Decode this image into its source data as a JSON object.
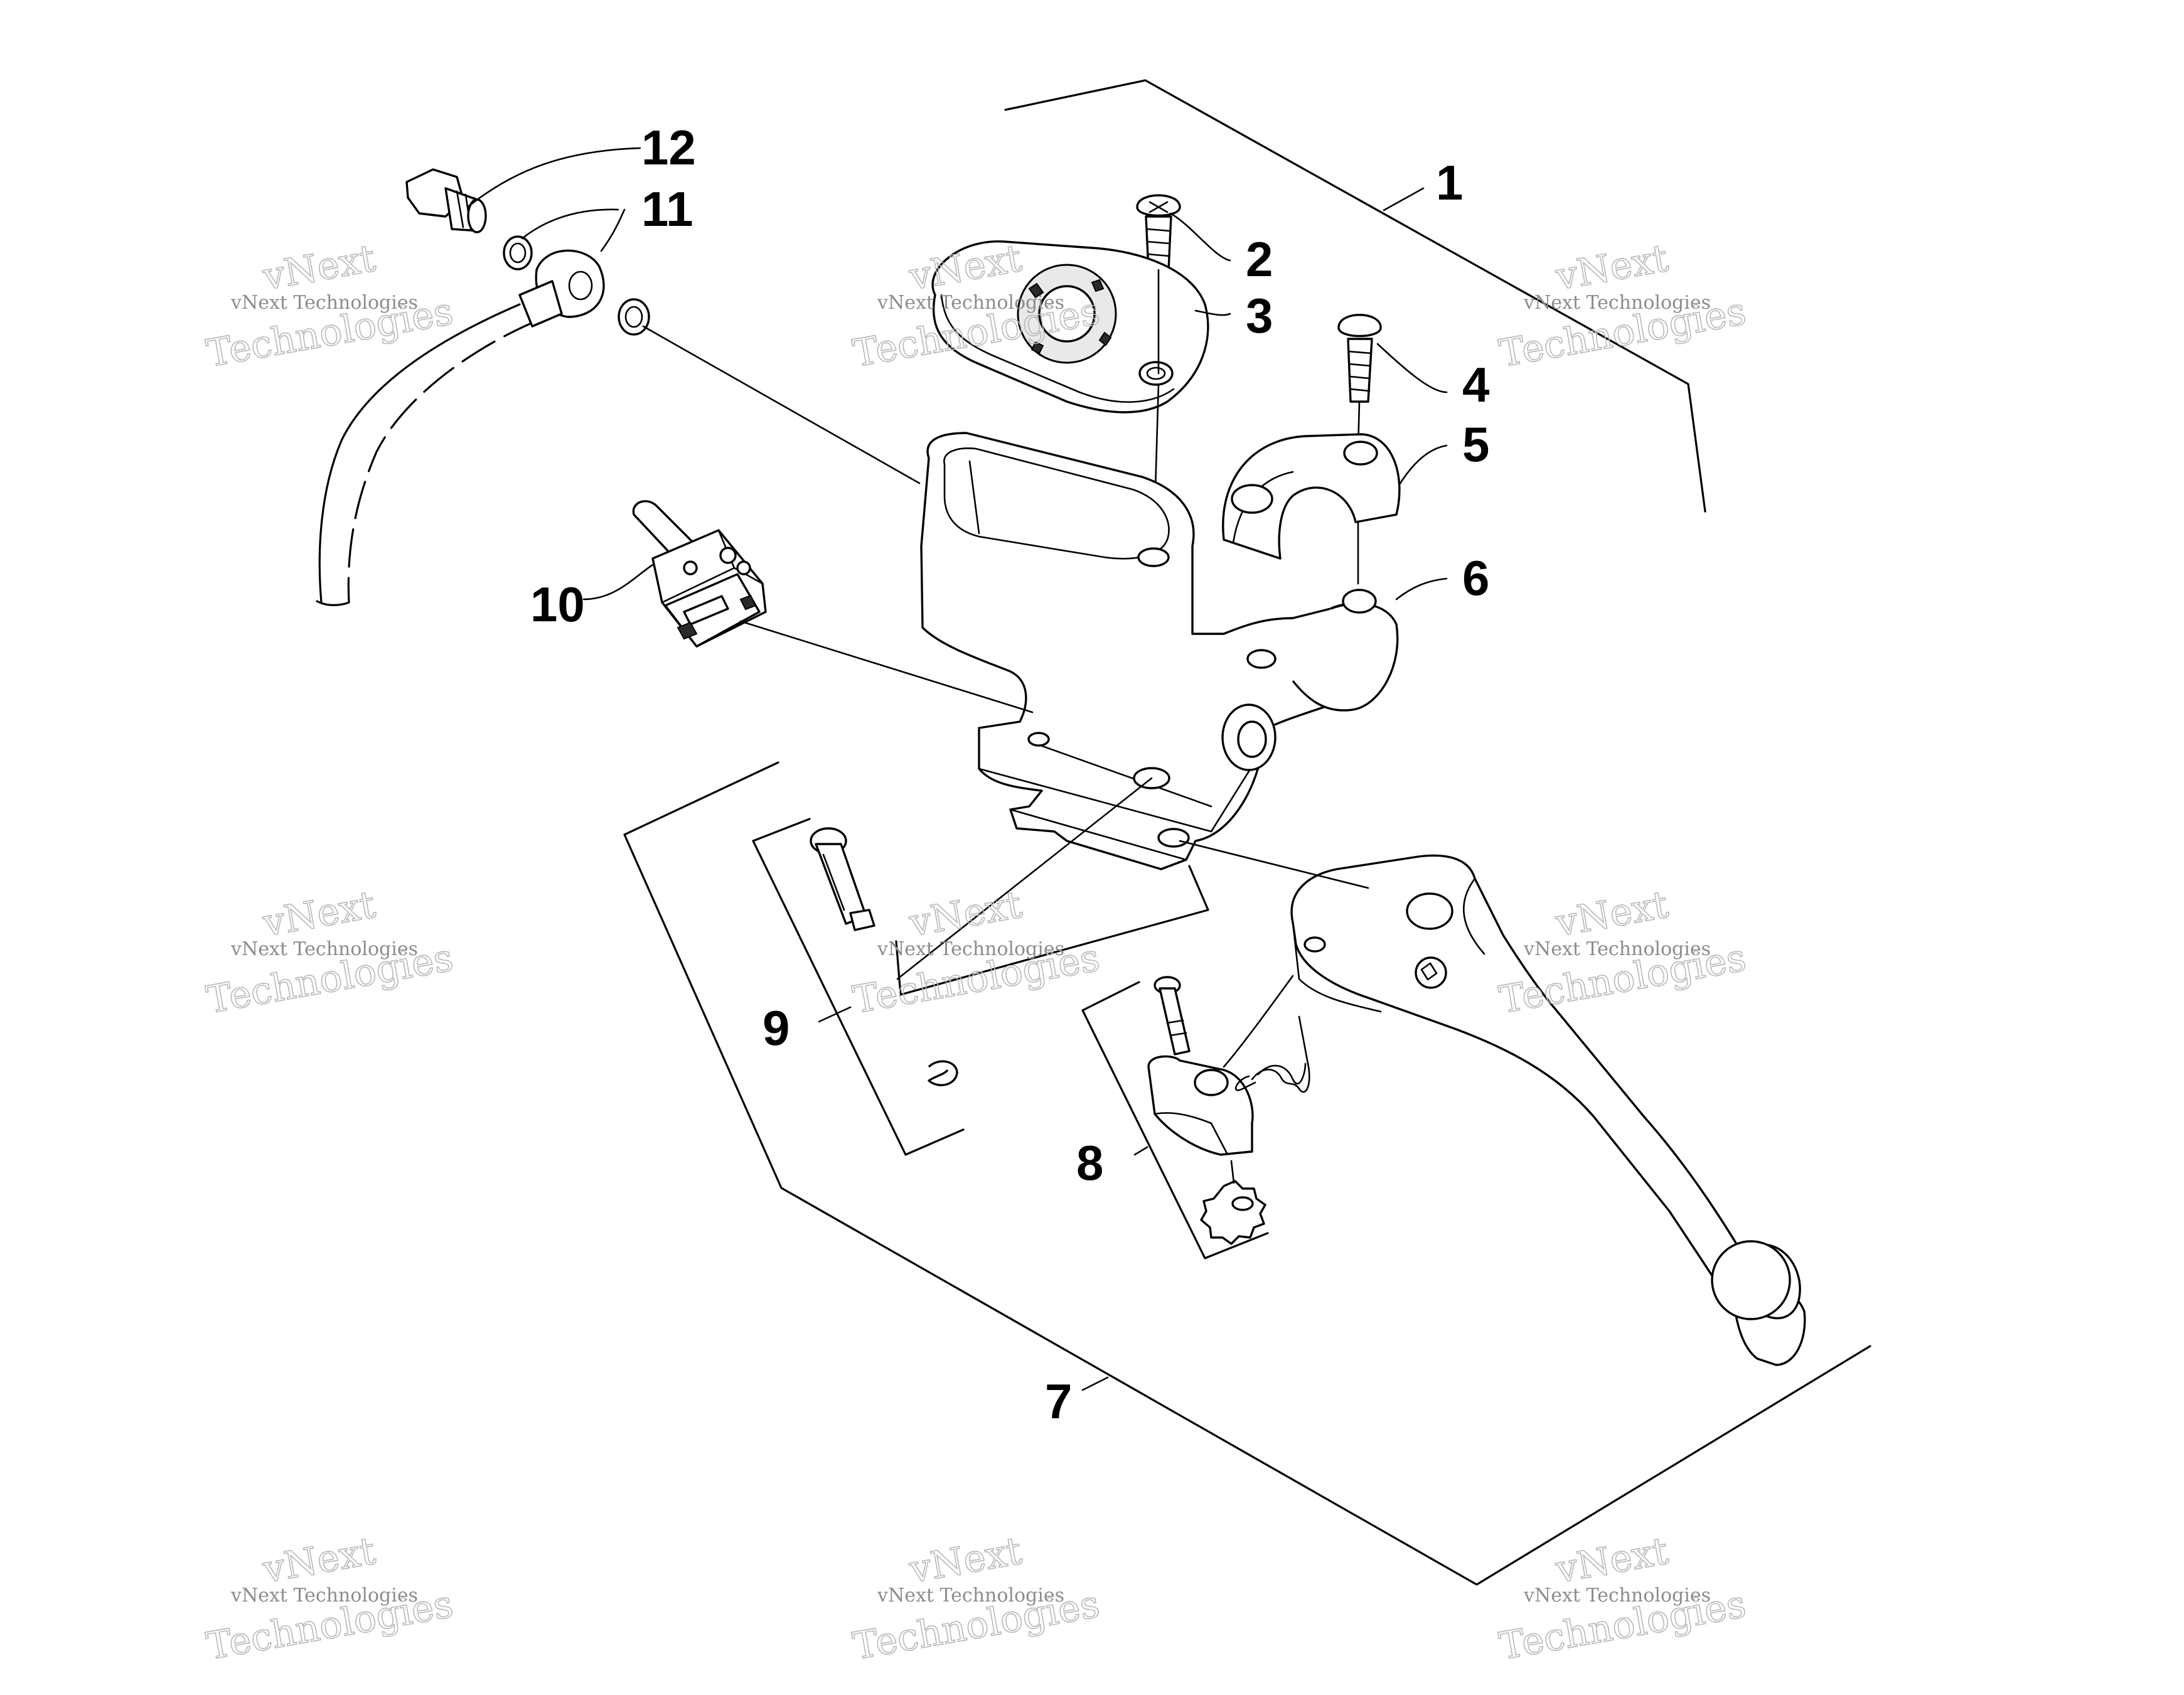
{
  "diagram": {
    "callouts": [
      {
        "id": "1",
        "label": "1"
      },
      {
        "id": "2",
        "label": "2"
      },
      {
        "id": "3",
        "label": "3"
      },
      {
        "id": "4",
        "label": "4"
      },
      {
        "id": "5",
        "label": "5"
      },
      {
        "id": "6",
        "label": "6"
      },
      {
        "id": "7",
        "label": "7"
      },
      {
        "id": "8",
        "label": "8"
      },
      {
        "id": "9",
        "label": "9"
      },
      {
        "id": "10",
        "label": "10"
      },
      {
        "id": "11",
        "label": "11"
      },
      {
        "id": "12",
        "label": "12"
      }
    ]
  },
  "watermark": {
    "line1": "vNext Technologies",
    "big_top": "vNext",
    "big_bottom": "Technologies"
  }
}
